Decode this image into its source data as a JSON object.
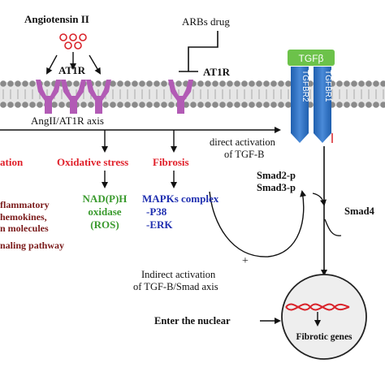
{
  "labels": {
    "angiotensin": "Angiotensin II",
    "arbs_drug": "ARBs drug",
    "at1r_left": "AT1R",
    "at1r_right": "AT1R",
    "tgfb": "TGFβ",
    "tgfbr2": "TGFBR2",
    "tgfbr1": "TGFBR1",
    "axis": "AngII/AT1R axis",
    "direct_line1": "direct activation",
    "direct_line2": "of TGF-B",
    "inflammation": "ation",
    "oxidative": "Oxidative stress",
    "fibrosis": "Fibrosis",
    "infl_1": "flammatory",
    "infl_2": "hemokines,",
    "infl_3": "n molecules",
    "infl_4": "naling pathway",
    "nadph_1": "NAD(P)H",
    "nadph_2": "oxidase",
    "nadph_3": "(ROS)",
    "mapk_1": "MAPKs complex",
    "mapk_2": "-P38",
    "mapk_3": "-ERK",
    "smad23_1": "Smad2-p",
    "smad23_2": "Smad3-p",
    "smad4": "Smad4",
    "plus": "+",
    "indirect_1": "Indirect activation",
    "indirect_2": "of TGF-B/Smad axis",
    "enter_nuclear": "Enter the nuclear",
    "fibrotic_genes": "Fibrotic genes"
  },
  "colors": {
    "membrane_head": "#8a8a8a",
    "receptor": "#b25bb5",
    "receptor_blue": "#2f6db5",
    "tgfb_green": "#6cc24a",
    "ligand_red": "#d9232a",
    "red_text": "#e0202a",
    "green_text": "#3a9a2e",
    "blue_text": "#1f2fb0",
    "maroon_text": "#7a1a1a"
  }
}
